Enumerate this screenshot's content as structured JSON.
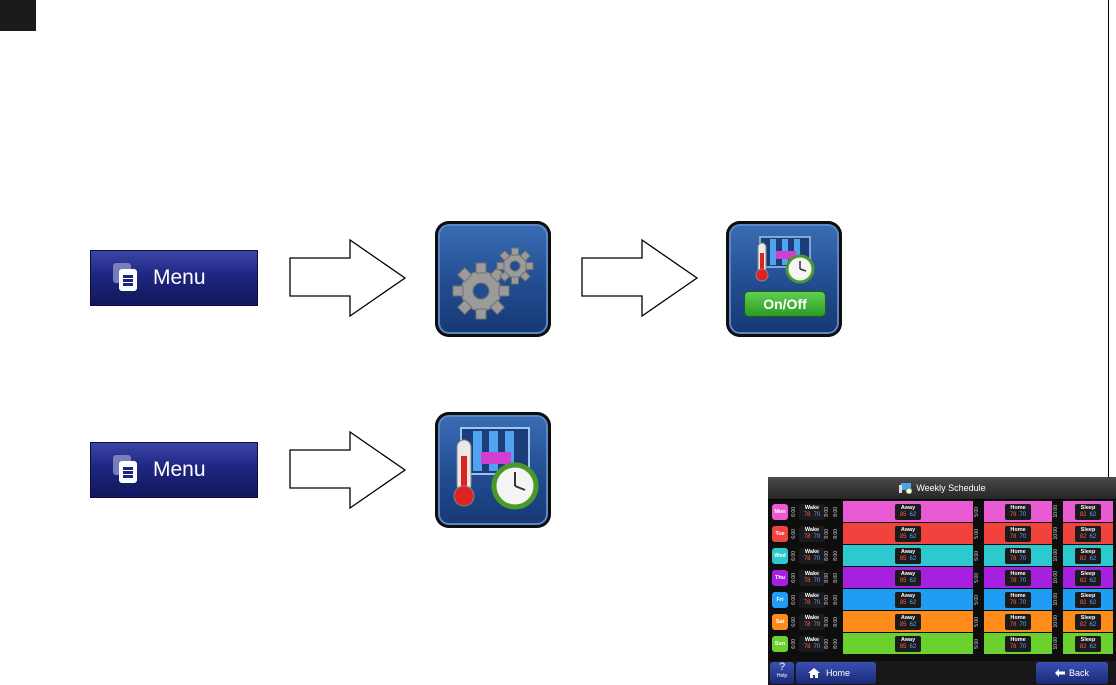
{
  "menu_buttons": [
    {
      "label": "Menu"
    },
    {
      "label": "Menu"
    }
  ],
  "settings_icon": {
    "name": "gears-icon"
  },
  "schedule_onoff_icon": {
    "button_label": "On/Off"
  },
  "schedule_icon": {
    "name": "schedule-icon"
  },
  "weekly_schedule": {
    "title": "Weekly Schedule",
    "days": [
      {
        "day": "Mon",
        "color": "#e85bd3"
      },
      {
        "day": "Tue",
        "color": "#f2423e"
      },
      {
        "day": "Wed",
        "color": "#2cc9cf"
      },
      {
        "day": "Thu",
        "color": "#a521df"
      },
      {
        "day": "Fri",
        "color": "#1f9cf4"
      },
      {
        "day": "Sat",
        "color": "#ff8c1a"
      },
      {
        "day": "Sun",
        "color": "#6ad12e"
      }
    ],
    "times": [
      "6:00",
      "8:00",
      "5:00",
      "10:00"
    ],
    "periods": [
      {
        "name": "Wake",
        "heat": "78",
        "cool": "70"
      },
      {
        "name": "Away",
        "heat": "85",
        "cool": "62"
      },
      {
        "name": "Home",
        "heat": "78",
        "cool": "70"
      },
      {
        "name": "Sleep",
        "heat": "82",
        "cool": "62"
      }
    ],
    "help_label": "?",
    "help_sub": "Help",
    "home_label": "Home",
    "back_label": "Back"
  }
}
